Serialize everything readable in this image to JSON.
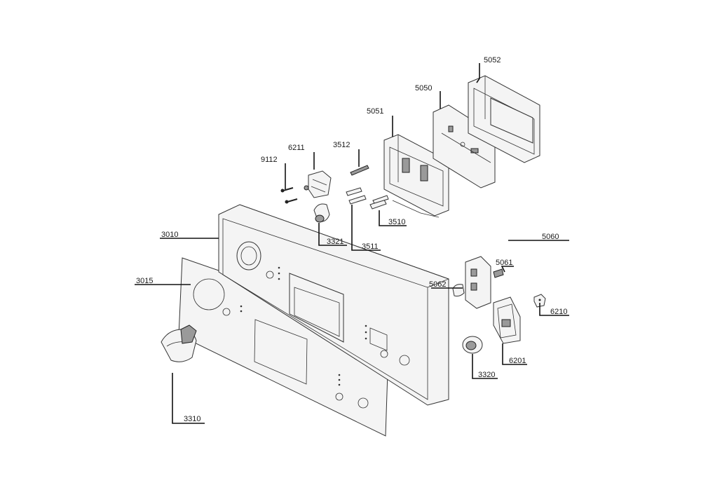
{
  "labels": {
    "p5052": "5052",
    "p5050": "5050",
    "p5051": "5051",
    "p3512": "3512",
    "p6211": "6211",
    "p9112": "9112",
    "p3510": "3510",
    "p3010": "3010",
    "p3321": "3321",
    "p3511": "3511",
    "p3015": "3015",
    "p5060": "5060",
    "p5061": "5061",
    "p5062": "5062",
    "p6210": "6210",
    "p6201": "6201",
    "p3320": "3320",
    "p3310": "3310"
  }
}
